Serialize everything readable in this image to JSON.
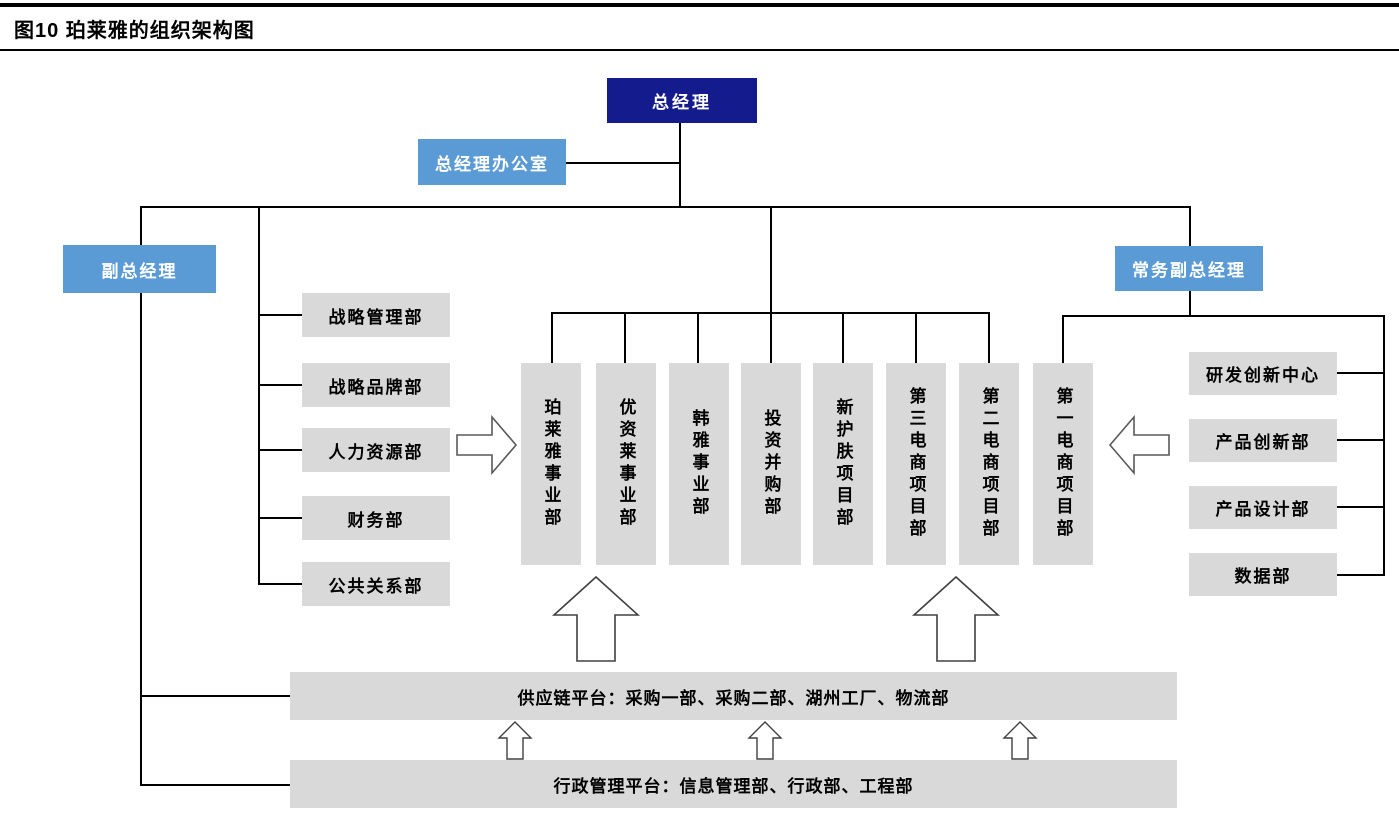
{
  "figure": {
    "title": "图10 珀莱雅的组织架构图"
  },
  "nodes": {
    "general_manager": "总经理",
    "gm_office": "总经理办公室",
    "deputy_gm": "副总经理",
    "executive_deputy_gm": "常务副总经理"
  },
  "left_depts": [
    {
      "label": "战略管理部"
    },
    {
      "label": "战略品牌部"
    },
    {
      "label": "人力资源部"
    },
    {
      "label": "财务部"
    },
    {
      "label": "公共关系部"
    }
  ],
  "middle_depts": [
    {
      "label": "珀莱雅事业部"
    },
    {
      "label": "优资莱事业部"
    },
    {
      "label": "韩雅事业部"
    },
    {
      "label": "投资并购部"
    },
    {
      "label": "新护肤项目部"
    },
    {
      "label": "第三电商项目部"
    },
    {
      "label": "第二电商项目部"
    },
    {
      "label": "第一电商项目部"
    }
  ],
  "right_depts": [
    {
      "label": "研发创新中心"
    },
    {
      "label": "产品创新部"
    },
    {
      "label": "产品设计部"
    },
    {
      "label": "数据部"
    }
  ],
  "platforms": {
    "supply_chain": "供应链平台：采购一部、采购二部、湖州工厂、物流部",
    "admin": "行政管理平台：信息管理部、行政部、工程部"
  },
  "icons": {
    "flow_right": "block-arrow-right-icon",
    "flow_left": "block-arrow-left-icon",
    "flow_up": "block-arrow-up-icon"
  },
  "colors": {
    "header_navy": "#141b8c",
    "node_blue": "#5b9bd5",
    "dept_gray": "#d9d9d9",
    "line": "#000000"
  }
}
